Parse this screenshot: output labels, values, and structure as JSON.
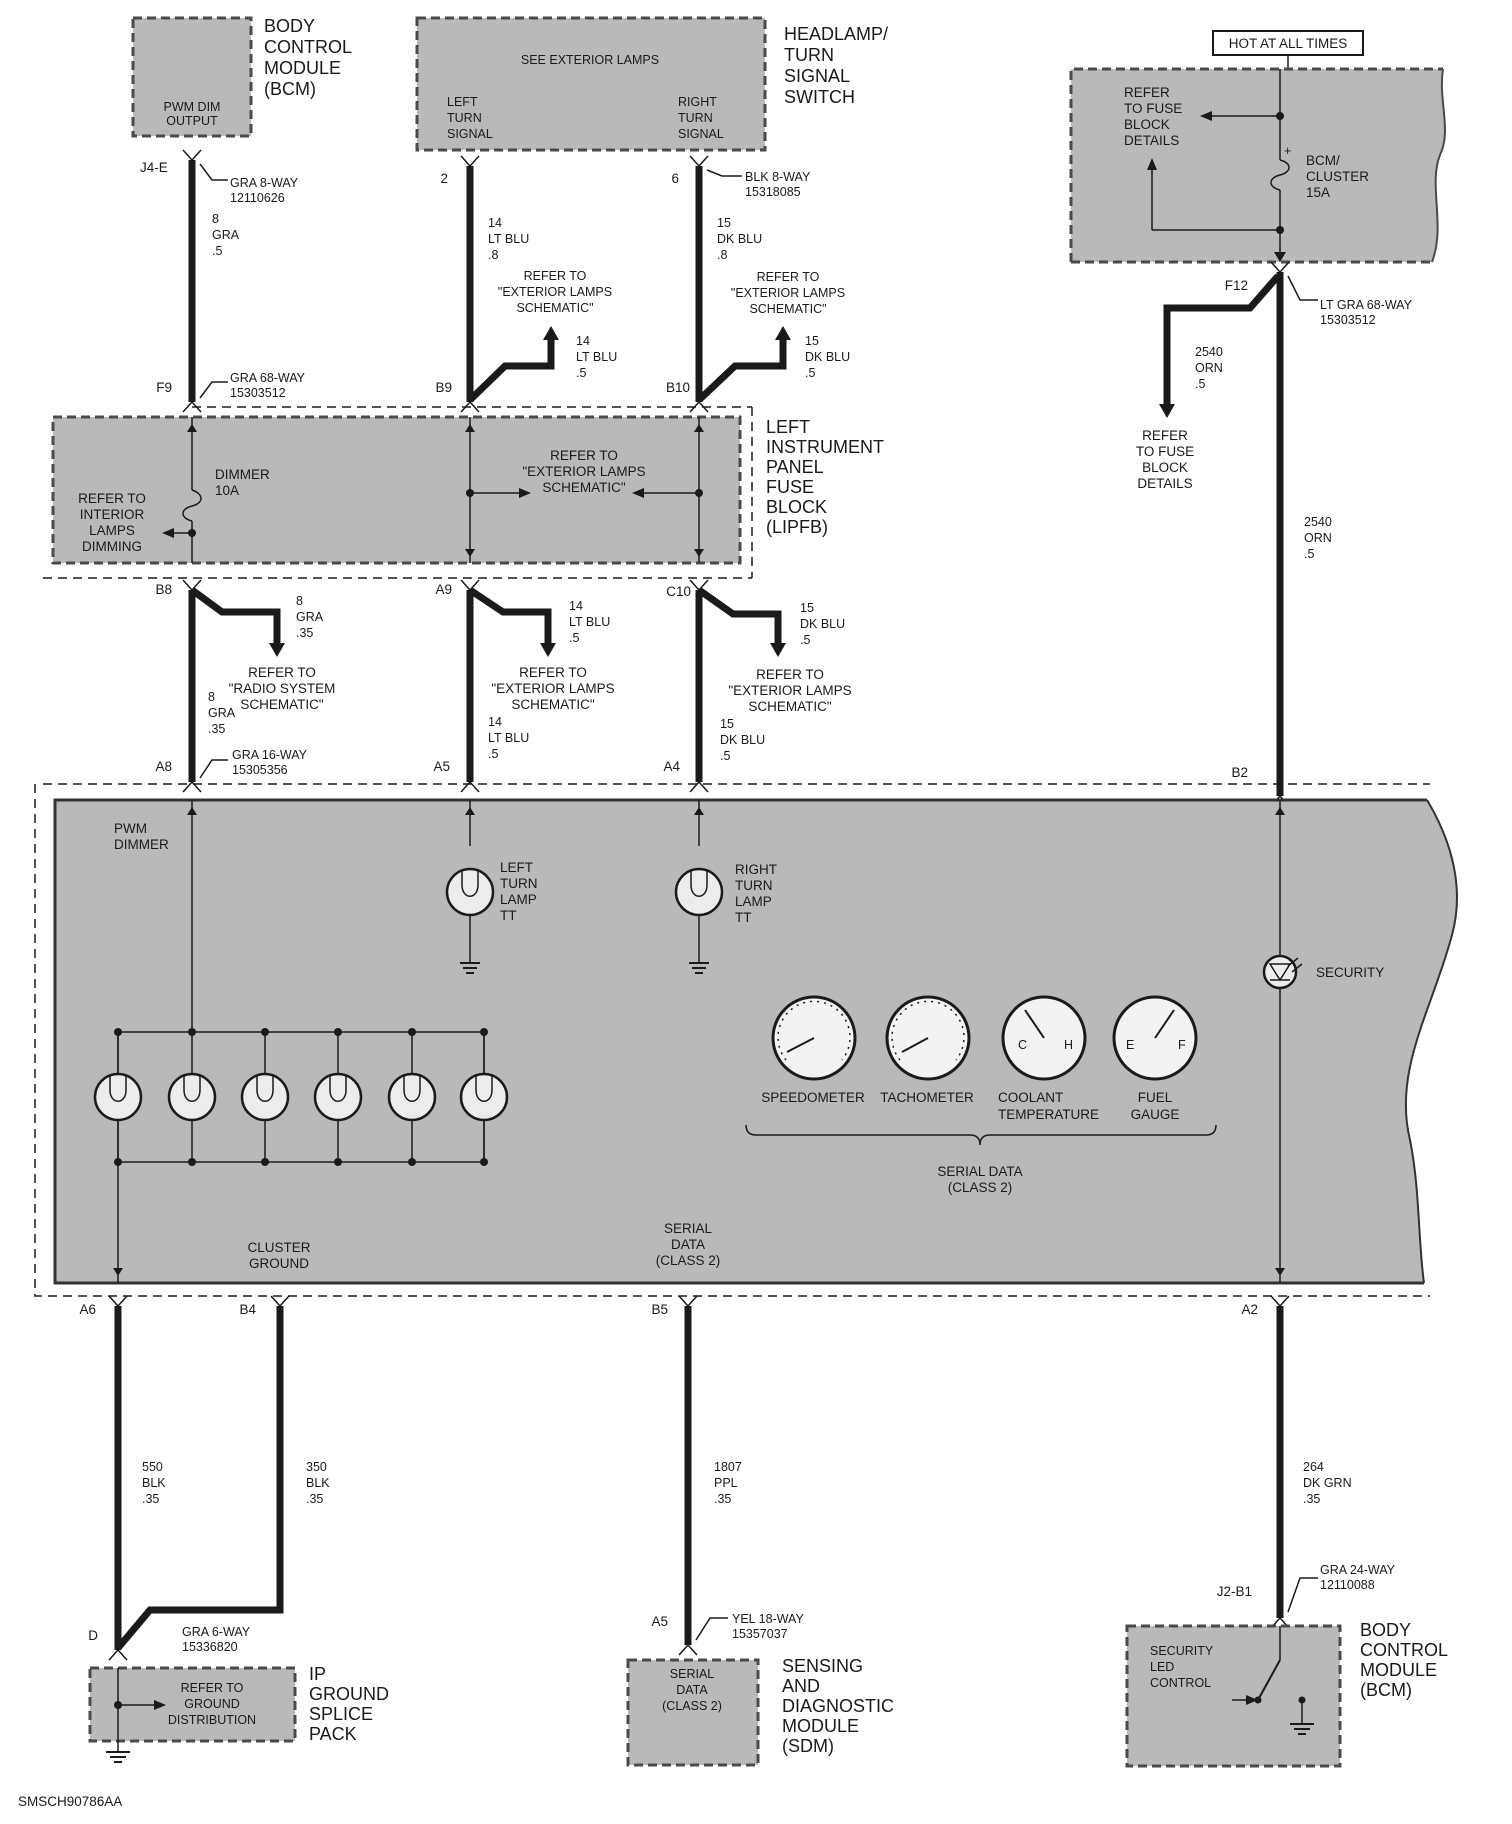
{
  "modules": {
    "bcm_top": {
      "name": [
        "BODY",
        "CONTROL",
        "MODULE",
        "(BCM)"
      ],
      "inner": [
        "PWM DIM",
        "OUTPUT"
      ]
    },
    "headlamp_switch": {
      "name": [
        "HEADLAMP/",
        "TURN",
        "SIGNAL",
        "SWITCH"
      ],
      "top": "SEE EXTERIOR LAMPS",
      "left": [
        "LEFT",
        "TURN",
        "SIGNAL"
      ],
      "right": [
        "RIGHT",
        "TURN",
        "SIGNAL"
      ]
    },
    "hot_label": "HOT AT ALL TIMES",
    "fuse_block_top": {
      "refer": [
        "REFER",
        "TO FUSE",
        "BLOCK",
        "DETAILS"
      ],
      "fuse": [
        "BCM/",
        "CLUSTER",
        "15A"
      ]
    },
    "lipfb": {
      "name": [
        "LEFT",
        "INSTRUMENT",
        "PANEL",
        "FUSE",
        "BLOCK",
        "(LIPFB)"
      ],
      "dimmer": [
        "DIMMER",
        "10A"
      ],
      "interior": [
        "REFER TO",
        "INTERIOR",
        "LAMPS",
        "DIMMING"
      ],
      "exterior": [
        "REFER TO",
        "\"EXTERIOR LAMPS",
        "SCHEMATIC\""
      ]
    },
    "cluster": {
      "pwm": [
        "PWM",
        "DIMMER"
      ],
      "left_lamp": [
        "LEFT",
        "TURN",
        "LAMP",
        "TT"
      ],
      "right_lamp": [
        "RIGHT",
        "TURN",
        "LAMP",
        "TT"
      ],
      "security": "SECURITY",
      "gauges": {
        "speedometer": "SPEEDOMETER",
        "tachometer": "TACHOMETER",
        "coolant": [
          "COOLANT",
          "TEMPERATURE"
        ],
        "fuel": [
          "FUEL",
          "GAUGE"
        ],
        "c": "C",
        "h": "H",
        "e": "E",
        "f": "F"
      },
      "serial_data": [
        "SERIAL DATA",
        "(CLASS 2)"
      ],
      "serial_data2": [
        "SERIAL",
        "DATA",
        "(CLASS 2)"
      ],
      "ground": [
        "CLUSTER",
        "GROUND"
      ]
    },
    "ip_ground": {
      "name": [
        "IP",
        "GROUND",
        "SPLICE",
        "PACK"
      ],
      "inner": [
        "REFER TO",
        "GROUND",
        "DISTRIBUTION"
      ]
    },
    "sdm": {
      "name": [
        "SENSING",
        "AND",
        "DIAGNOSTIC",
        "MODULE",
        "(SDM)"
      ],
      "inner": [
        "SERIAL",
        "DATA",
        "(CLASS 2)"
      ]
    },
    "bcm_bottom": {
      "name": [
        "BODY",
        "CONTROL",
        "MODULE",
        "(BCM)"
      ],
      "inner": [
        "SECURITY",
        "LED",
        "CONTROL"
      ]
    }
  },
  "pins": {
    "j4e": "J4-E",
    "p2": "2",
    "p6": "6",
    "f12": "F12",
    "f9": "F9",
    "b9": "B9",
    "b10": "B10",
    "b8": "B8",
    "a9": "A9",
    "c10": "C10",
    "a8": "A8",
    "a5": "A5",
    "a4": "A4",
    "b2": "B2",
    "a6": "A6",
    "b4": "B4",
    "b5": "B5",
    "a2": "A2",
    "d": "D",
    "sdm_a5": "A5",
    "j2b1": "J2-B1"
  },
  "connectors": {
    "c1": [
      "GRA 8-WAY",
      "12110626"
    ],
    "c2": [
      "BLK 8-WAY",
      "15318085"
    ],
    "c3": [
      "LT GRA 68-WAY",
      "15303512"
    ],
    "c4": [
      "GRA 68-WAY",
      "15303512"
    ],
    "c5": [
      "GRA 16-WAY",
      "15305356"
    ],
    "c6": [
      "GRA 6-WAY",
      "15336820"
    ],
    "c7": [
      "YEL 18-WAY",
      "15357037"
    ],
    "c8": [
      "GRA 24-WAY",
      "12110088"
    ]
  },
  "wires": {
    "w1": [
      "8",
      "GRA",
      ".5"
    ],
    "w2": [
      "14",
      "LT BLU",
      ".8"
    ],
    "w3": [
      "15",
      "DK BLU",
      ".8"
    ],
    "w4": [
      "14",
      "LT BLU",
      ".5"
    ],
    "w5": [
      "15",
      "DK BLU",
      ".5"
    ],
    "w6": [
      "2540",
      "ORN",
      ".5"
    ],
    "w7": [
      "2540",
      "ORN",
      ".5"
    ],
    "w8": [
      "8",
      "GRA",
      ".35"
    ],
    "w9": [
      "14",
      "LT BLU",
      ".5"
    ],
    "w10": [
      "15",
      "DK BLU",
      ".5"
    ],
    "w11": [
      "8",
      "GRA",
      ".35"
    ],
    "w12": [
      "14",
      "LT BLU",
      ".5"
    ],
    "w13": [
      "15",
      "DK BLU",
      ".5"
    ],
    "w14": [
      "550",
      "BLK",
      ".35"
    ],
    "w15": [
      "350",
      "BLK",
      ".35"
    ],
    "w16": [
      "1807",
      "PPL",
      ".35"
    ],
    "w17": [
      "264",
      "DK GRN",
      ".35"
    ]
  },
  "refs": {
    "ext1": [
      "REFER TO",
      "\"EXTERIOR LAMPS",
      "SCHEMATIC\""
    ],
    "ext2": [
      "REFER TO",
      "\"EXTERIOR LAMPS",
      "SCHEMATIC\""
    ],
    "fuse2": [
      "REFER",
      "TO FUSE",
      "BLOCK",
      "DETAILS"
    ],
    "radio": [
      "REFER TO",
      "\"RADIO SYSTEM",
      "SCHEMATIC\""
    ],
    "ext3": [
      "REFER TO",
      "\"EXTERIOR LAMPS",
      "SCHEMATIC\""
    ],
    "ext4": [
      "REFER TO",
      "\"EXTERIOR LAMPS",
      "SCHEMATIC\""
    ]
  },
  "footer": "SMSCH90786AA"
}
